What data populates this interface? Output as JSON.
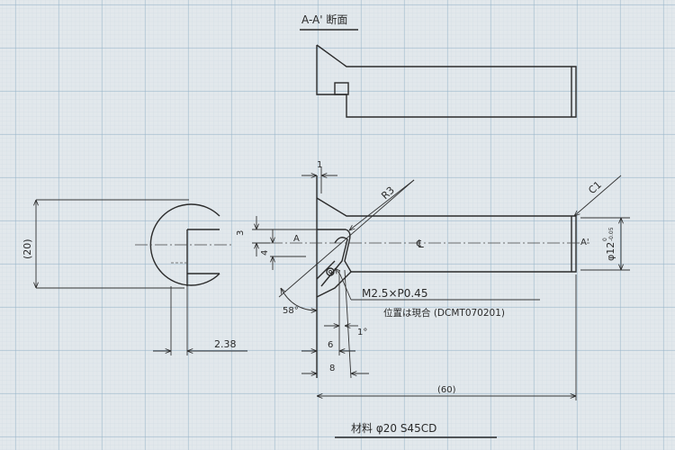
{
  "drawing": {
    "section_title": "A-A' 断面",
    "dim_height_ref": "(20)",
    "dim_3": "3",
    "dim_4": "4",
    "section_mark_a": "A",
    "radius_label": "R3",
    "dim_1": "1",
    "chamfer_label": "C1",
    "section_mark_a_prime": "A'",
    "diameter_label": "φ12",
    "tolerance_upper": "0",
    "tolerance_lower": "-0.05",
    "centerline_symbol": "℄",
    "angle_58": "58°",
    "thread_label": "M2.5×P0.45",
    "thread_note": "位置は現合 (DCMT070201)",
    "angle_1": "1°",
    "dim_6": "6",
    "dim_8": "8",
    "dim_238": "2.38",
    "dim_length_ref": "(60)",
    "material_label": "材料 φ20 S45CD"
  },
  "colors": {
    "paper": "#e2e8ec",
    "grid_minor": "#c9d6df",
    "grid_major": "#8fb0c6",
    "ink": "#2b2b2b"
  }
}
